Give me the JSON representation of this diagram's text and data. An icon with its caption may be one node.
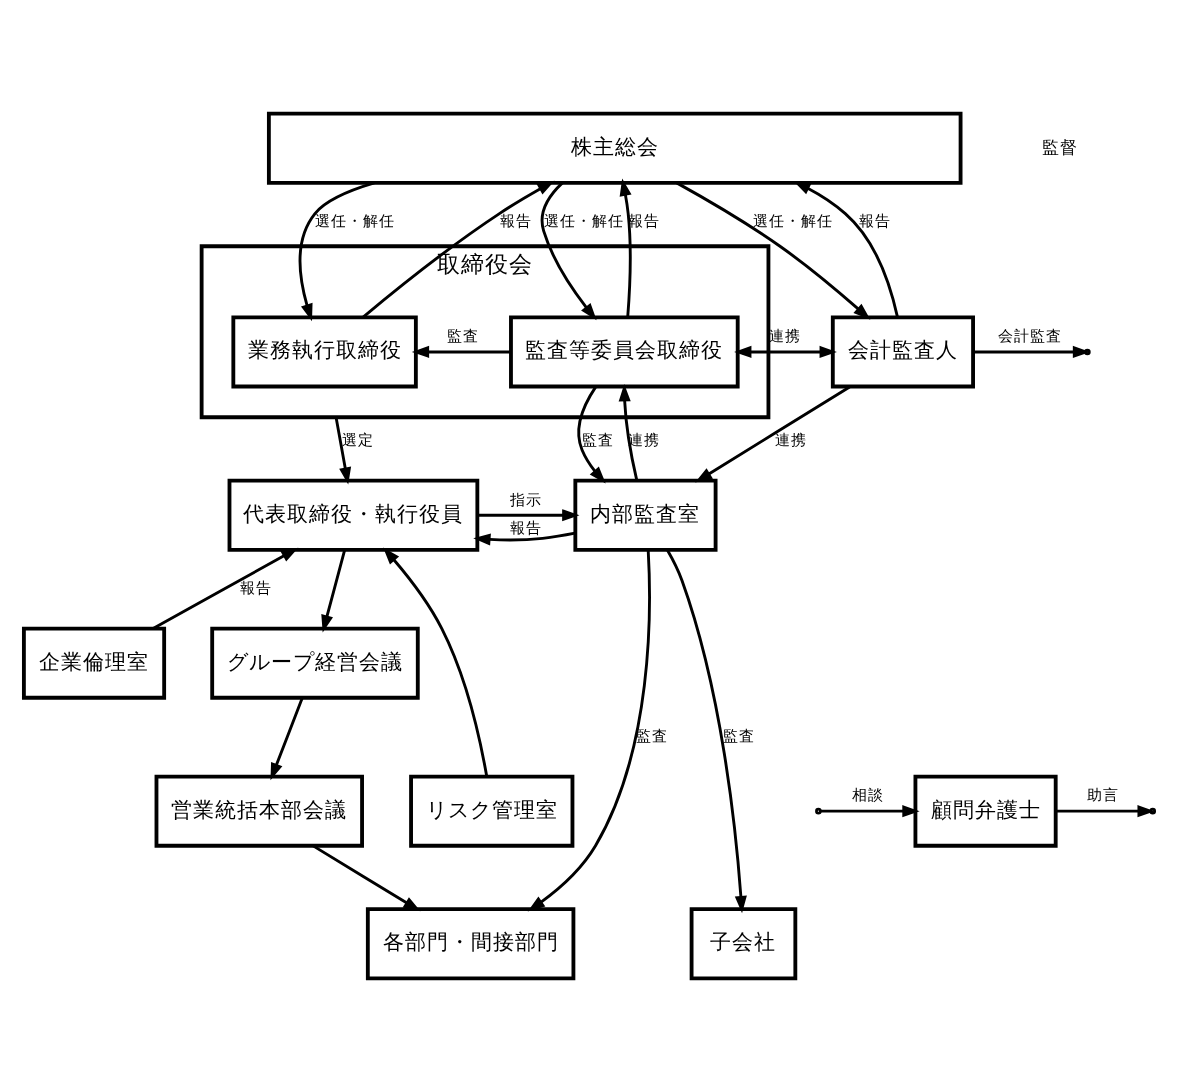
{
  "diagram": {
    "nodes": [
      {
        "text": [
          "株主総会"
        ]
      },
      {
        "text": [
          "取締役会"
        ]
      },
      {
        "text": [
          "業務執行取締役"
        ],
        "in": 1
      },
      {
        "text": [
          "監査等委員会取締役"
        ],
        "in": 1
      },
      {
        "text": [
          "会計監査人"
        ]
      },
      {
        "text": [
          "代表取締役・執行役員"
        ]
      },
      {
        "text": [
          "内部監査室"
        ]
      },
      {
        "text": [
          "グループ経営会議"
        ]
      },
      {
        "text": [
          "企業倫理室"
        ]
      },
      {
        "text": [
          "営業統括本部会議"
        ]
      },
      {
        "text": [
          "リスク管理室"
        ]
      },
      {
        "text": [
          "顧問弁護士"
        ]
      },
      {
        "text": [
          "各部門・間接部門"
        ]
      },
      {
        "text": [
          "子会社"
        ]
      }
    ],
    "edges": [
      {
        "from": 0,
        "to": 2,
        "arrow": "to",
        "label": "選任・解任"
      },
      {
        "from": 2,
        "to": 0,
        "arrow": "to",
        "label": "報告"
      },
      {
        "from": 0,
        "to": 3,
        "arrow": "to",
        "label": "選任・解任"
      },
      {
        "from": 3,
        "to": 0,
        "arrow": "to",
        "label": "報告"
      },
      {
        "from": 0,
        "to": 4,
        "arrow": "to",
        "label": "選任・解任"
      },
      {
        "from": 4,
        "to": 0,
        "arrow": "to",
        "label": "報告"
      },
      {
        "from": 3,
        "to": 2,
        "arrow": "to",
        "label": "監査"
      },
      {
        "from": 3,
        "to": 4,
        "arrow": "both",
        "label": "連携"
      },
      {
        "from": 6,
        "to": 3,
        "arrow": "to",
        "label": "連携"
      },
      {
        "from": 3,
        "to": 6,
        "arrow": "to",
        "label": "監査"
      },
      {
        "from": 4,
        "to": null,
        "arrow": "to",
        "label": "会計監査"
      },
      {
        "from": 4,
        "to": 6,
        "arrow": "to",
        "label": "連携"
      },
      {
        "from": 1,
        "to": 5,
        "arrow": "to",
        "label": "選定"
      },
      {
        "from": 5,
        "to": 6,
        "arrow": "to",
        "label": "指示"
      },
      {
        "from": 6,
        "to": 5,
        "arrow": "to",
        "label": "報告"
      },
      {
        "from": 8,
        "to": 5,
        "arrow": "to",
        "label": "報告"
      },
      {
        "from": 10,
        "to": 5,
        "arrow": "to"
      },
      {
        "from": 5,
        "to": 7,
        "arrow": "to"
      },
      {
        "from": 7,
        "to": 9,
        "arrow": "to"
      },
      {
        "from": 9,
        "to": 12,
        "arrow": "to"
      },
      {
        "from": 6,
        "to": 12,
        "arrow": "to",
        "label": "監査"
      },
      {
        "from": 6,
        "to": 13,
        "arrow": "to",
        "label": "監査"
      },
      {
        "from": null,
        "to": 11,
        "arrow": "to",
        "label": "相談"
      },
      {
        "from": 11,
        "to": null,
        "arrow": "to",
        "label": "助言"
      }
    ],
    "labels": [
      "監督"
    ]
  }
}
